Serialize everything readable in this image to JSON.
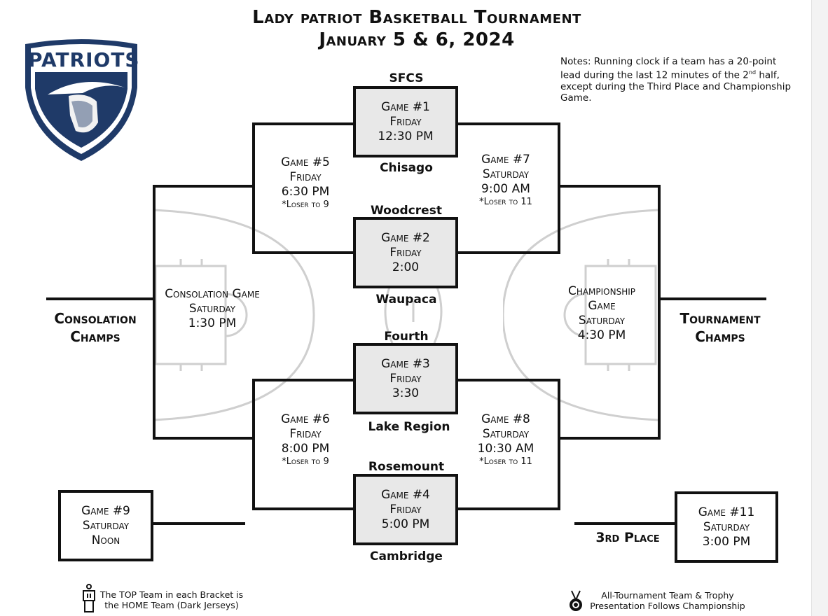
{
  "header": {
    "title": "Lady patriot Basketball Tournament",
    "dates": "January 5 & 6, 2024"
  },
  "logo": {
    "text": "PATRIOTS",
    "color": "#1f3a68"
  },
  "notes": {
    "line1": "Notes: Running clock if a team has a 20-point",
    "line2_pre": "lead during the last 12 minutes of the 2",
    "line2_sup": "nd",
    "line2_post": " half,",
    "line3": "except during the Third Place and Championship",
    "line4": "Game."
  },
  "teams": {
    "t1": "SFCS",
    "t2": "Chisago",
    "t3": "Woodcrest",
    "t4": "Waupaca",
    "t5": "Fourth",
    "t6": "Lake Region",
    "t7": "Rosemount",
    "t8": "Cambridge"
  },
  "games": {
    "g1": {
      "name": "Game #1",
      "day": "Friday",
      "time": "12:30 PM"
    },
    "g2": {
      "name": "Game #2",
      "day": "Friday",
      "time": "2:00"
    },
    "g3": {
      "name": "Game #3",
      "day": "Friday",
      "time": "3:30"
    },
    "g4": {
      "name": "Game #4",
      "day": "Friday",
      "time": "5:00 PM"
    },
    "g5": {
      "name": "Game #5",
      "day": "Friday",
      "time": "6:30 PM",
      "note": "*Loser to 9"
    },
    "g6": {
      "name": "Game #6",
      "day": "Friday",
      "time": "8:00 PM",
      "note": "*Loser to 9"
    },
    "g7": {
      "name": "Game #7",
      "day": "Saturday",
      "time": "9:00 AM",
      "note": "*Loser to 11"
    },
    "g8": {
      "name": "Game #8",
      "day": "Saturday",
      "time": "10:30 AM",
      "note": "*Loser to 11"
    },
    "g9": {
      "name": "Game #9",
      "day": "Saturday",
      "time": "Noon"
    },
    "g11": {
      "name": "Game #11",
      "day": "Saturday",
      "time": "3:00 PM"
    },
    "consolation": {
      "name": "Consolation Game",
      "day": "Saturday",
      "time": "1:30 PM"
    },
    "championship": {
      "name1": "Championship",
      "name2": "Game",
      "day": "Saturday",
      "time": "4:30 PM"
    }
  },
  "labels": {
    "consolation_champs_1": "Consolation",
    "consolation_champs_2": "Champs",
    "tournament_champs_1": "Tournament",
    "tournament_champs_2": "Champs",
    "third_place": "3rd Place"
  },
  "footer": {
    "home_1": "The TOP Team in each Bracket is",
    "home_2": "the HOME Team (Dark Jerseys)",
    "trophy_1": "All-Tournament Team & Trophy",
    "trophy_2": "Presentation Follows Championship"
  }
}
